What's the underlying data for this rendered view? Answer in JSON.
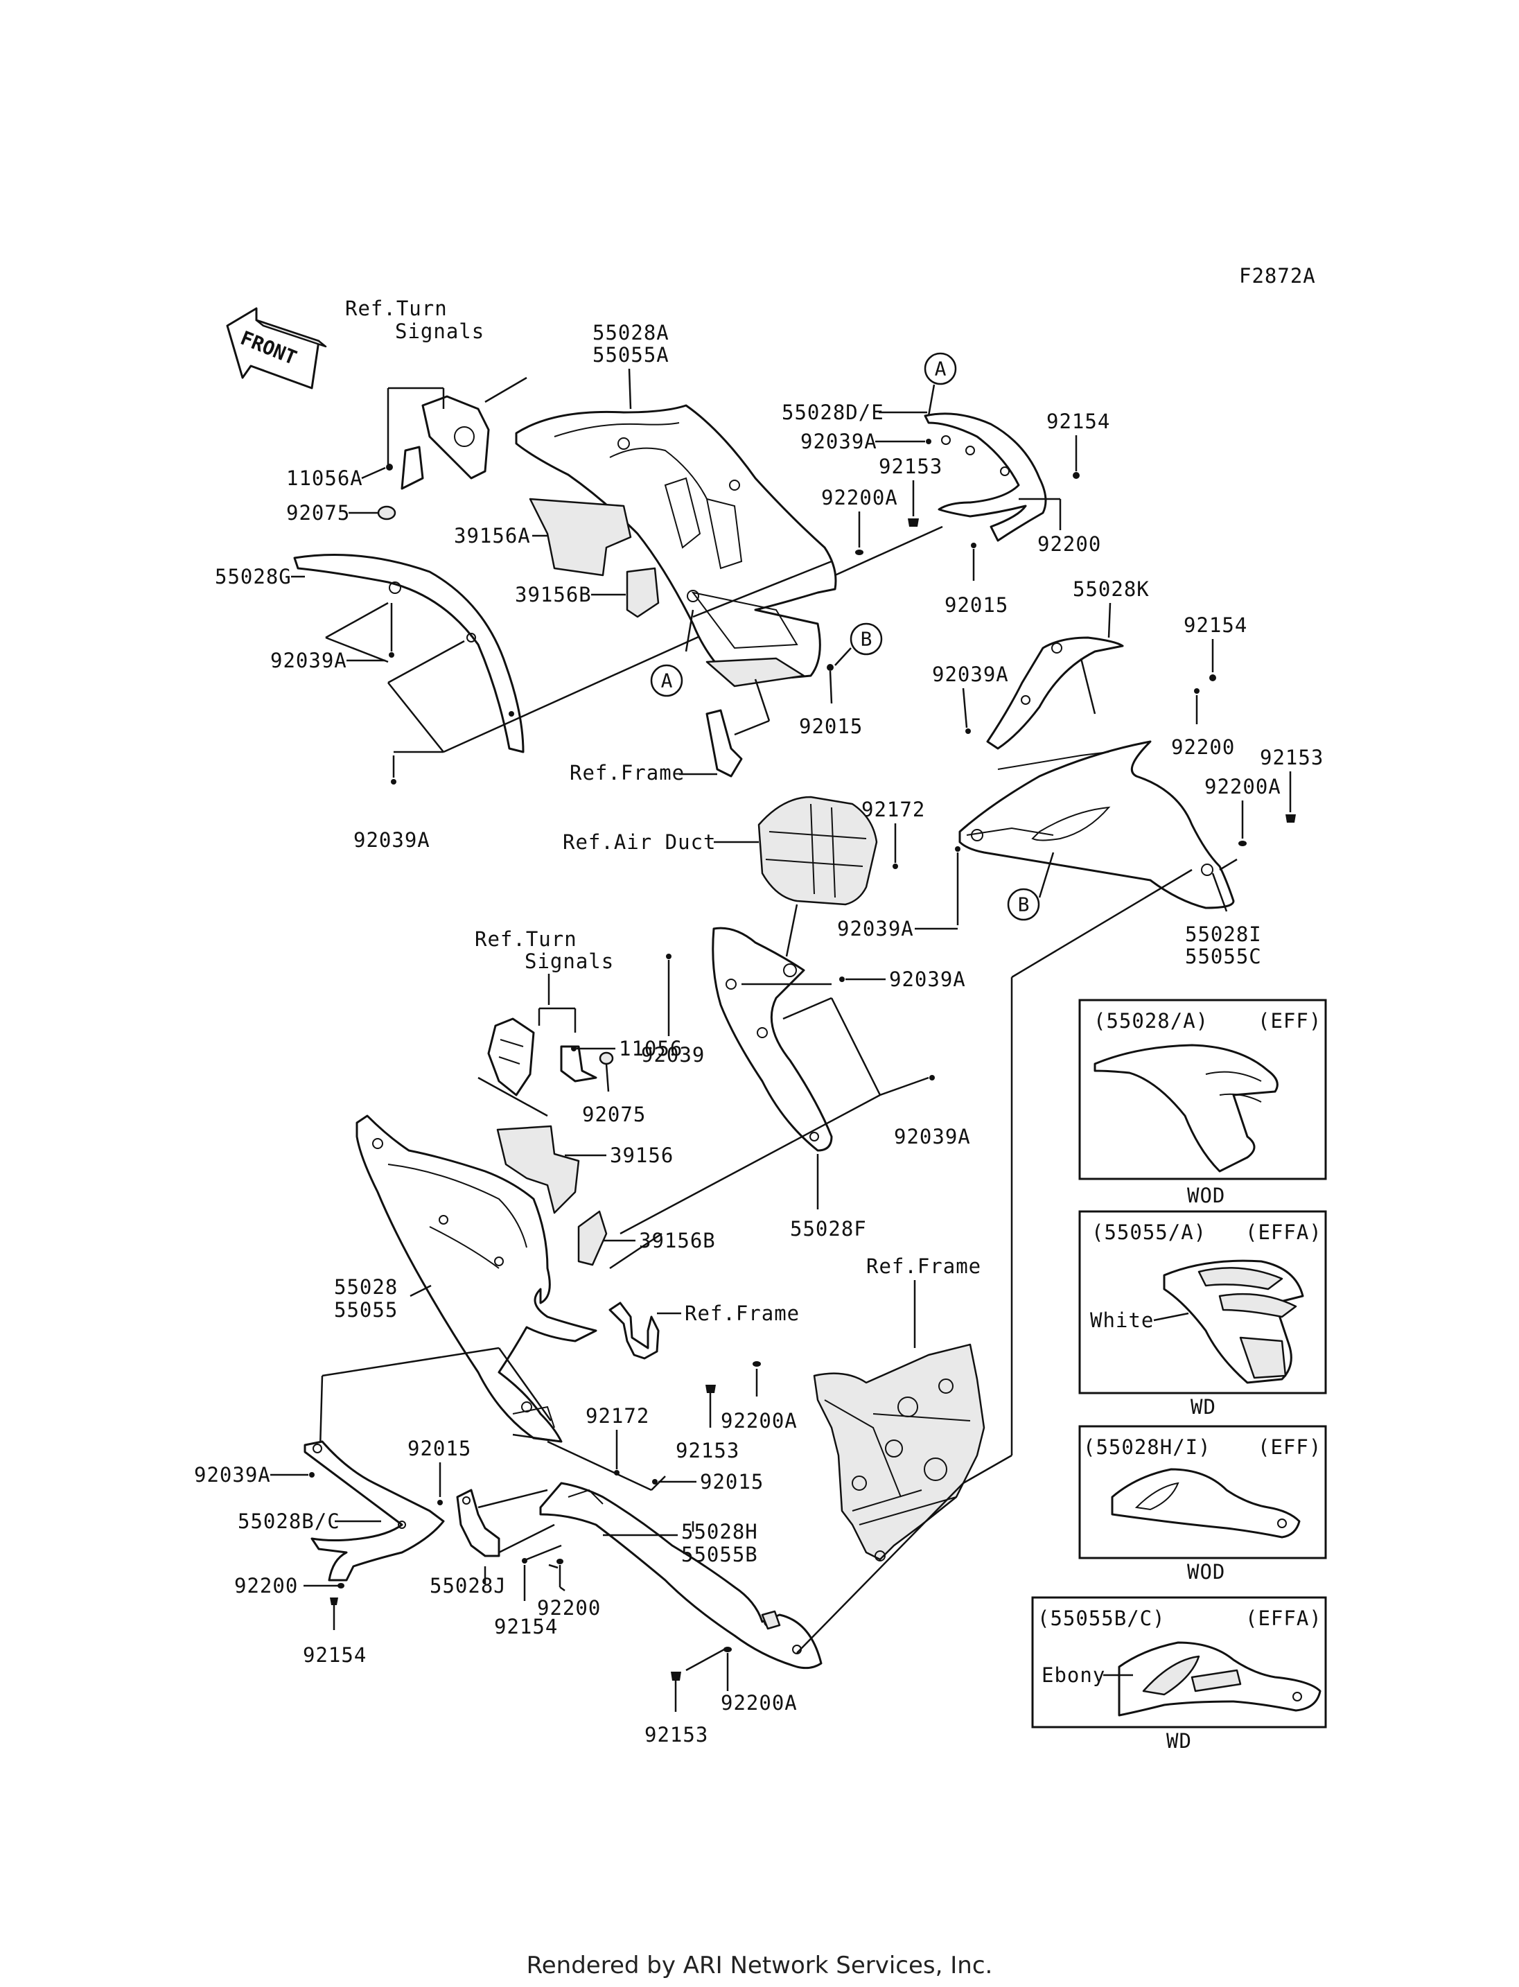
{
  "diagram_id": "F2872A",
  "footer": "Rendered by ARI Network Services, Inc.",
  "front_arrow": "FRONT",
  "callouts": {
    "a": "A",
    "b": "B"
  },
  "labels": {
    "ref_turn_signals_1a": "Ref.Turn",
    "ref_turn_signals_1b": "Signals",
    "ref_turn_signals_2a": "Ref.Turn",
    "ref_turn_signals_2b": "Signals",
    "p11056a": "11056A",
    "p92075_1": "92075",
    "p55028g": "55028G",
    "p92039a_1": "92039A",
    "p92039a_2": "92039A",
    "p39156a": "39156A",
    "p39156b_1": "39156B",
    "p55028a": "55028A",
    "p55055a": "55055A",
    "p55028de": "55028D/E",
    "p92039a_3": "92039A",
    "p92153_1": "92153",
    "p92154_1": "92154",
    "p92200a_1": "92200A",
    "p92200_1": "92200",
    "p92015_1": "92015",
    "p92015_2": "92015",
    "ref_frame_1": "Ref.Frame",
    "p55028k": "55028K",
    "p92154_2": "92154",
    "p92039a_4": "92039A",
    "p92200_2": "92200",
    "p92153_2": "92153",
    "p92200a_2": "92200A",
    "p92172_1": "92172",
    "ref_air_duct": "Ref.Air Duct",
    "p92039a_5": "92039A",
    "p55028i": "55028I",
    "p55055c": "55055C",
    "p92039": "92039",
    "p92039a_6": "92039A",
    "p11056": "11056",
    "p92075_2": "92075",
    "p92039a_7": "92039A",
    "p39156": "39156",
    "p55028f": "55028F",
    "p39156b_2": "39156B",
    "ref_frame_2": "Ref.Frame",
    "ref_frame_3": "Ref.Frame",
    "p55028": "55028",
    "p55055": "55055",
    "p92200a_3": "92200A",
    "p92153_3": "92153",
    "p92172_2": "92172",
    "p92015_3": "92015",
    "p92015_4": "92015",
    "p92039a_8": "92039A",
    "p55028bc": "55028B/C",
    "p55028h": "55028H",
    "p55055b": "55055B",
    "p55028j": "55028J",
    "p92200_3": "92200",
    "p92200_4": "92200",
    "p92154_3": "92154",
    "p92154_4": "92154",
    "p92200a_4": "92200A",
    "p92153_4": "92153"
  },
  "variant_boxes": [
    {
      "code": "(55028/A)",
      "color_code": "(EFF)",
      "color_name": "",
      "finish": "WOD"
    },
    {
      "code": "(55055/A)",
      "color_code": "(EFFA)",
      "color_name": "White",
      "finish": "WD"
    },
    {
      "code": "(55028H/I)",
      "color_code": "(EFF)",
      "color_name": "",
      "finish": "WOD"
    },
    {
      "code": "(55055B/C)",
      "color_code": "(EFFA)",
      "color_name": "Ebony",
      "finish": "WD"
    }
  ]
}
